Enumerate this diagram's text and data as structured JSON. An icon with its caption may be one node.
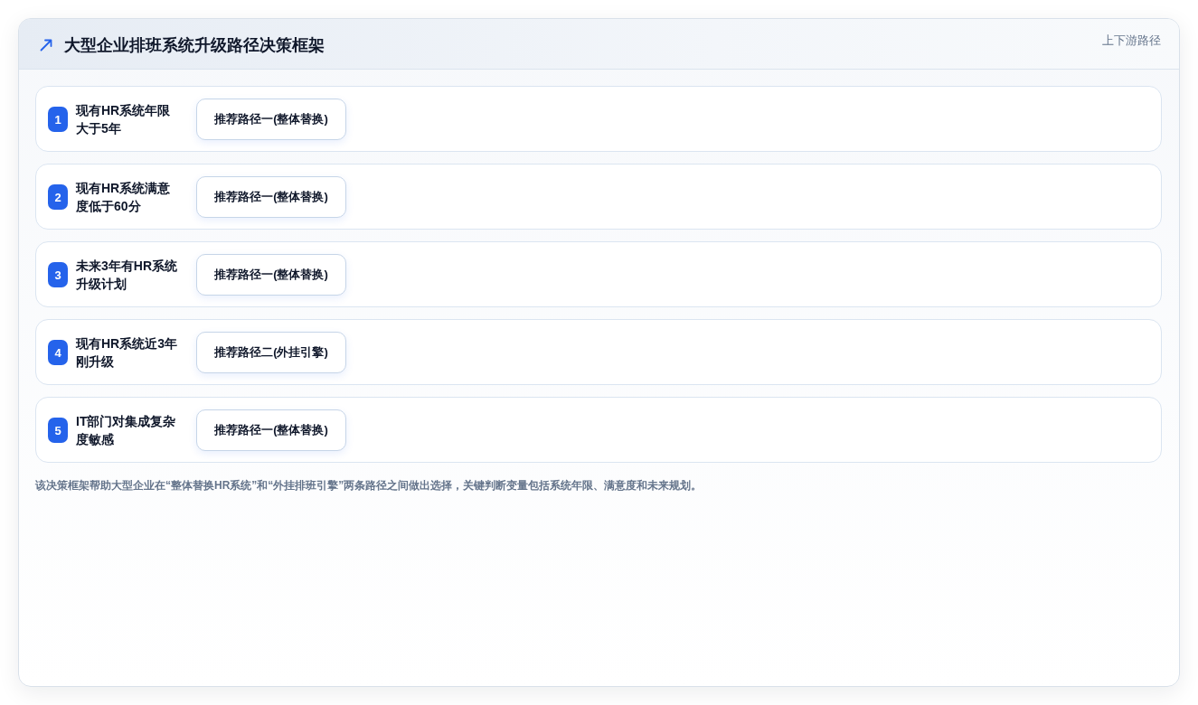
{
  "diagram": {
    "title": "大型企业排班系统升级路径决策框架",
    "caption": "该决策框架帮助大型企业在“整体替换HR系统”和“外挂排班引擎”两条路径之间做出选择，关键判断变量包括系统年限、满意度和未来规划。",
    "nodes": [
      {
        "text": [
          "现有HR系统年限大于5年"
        ]
      },
      {
        "text": [
          "1"
        ],
        "in": 0
      },
      {
        "text": [
          "推荐路径一(整体替换)"
        ],
        "in": 0
      },
      {
        "text": [
          "现有HR系统满意度低于60分"
        ]
      },
      {
        "text": [
          "2"
        ],
        "in": 3
      },
      {
        "text": [
          "推荐路径一(整体替换)"
        ],
        "in": 3
      },
      {
        "text": [
          "未来3年有HR系统升级计划"
        ]
      },
      {
        "text": [
          "3"
        ],
        "in": 6
      },
      {
        "text": [
          "推荐路径一(整体替换)"
        ],
        "in": 6
      },
      {
        "text": [
          "现有HR系统近3年刚升级"
        ]
      },
      {
        "text": [
          "4"
        ],
        "in": 9
      },
      {
        "text": [
          "推荐路径二(外挂引擎)"
        ],
        "in": 9
      },
      {
        "text": [
          "IT部门对集成复杂度敏感"
        ]
      },
      {
        "text": [
          "5"
        ],
        "in": 12
      },
      {
        "text": [
          "推荐路径一(整体替换)"
        ],
        "in": 12
      }
    ],
    "labels": [
      "上下游路径"
    ]
  }
}
